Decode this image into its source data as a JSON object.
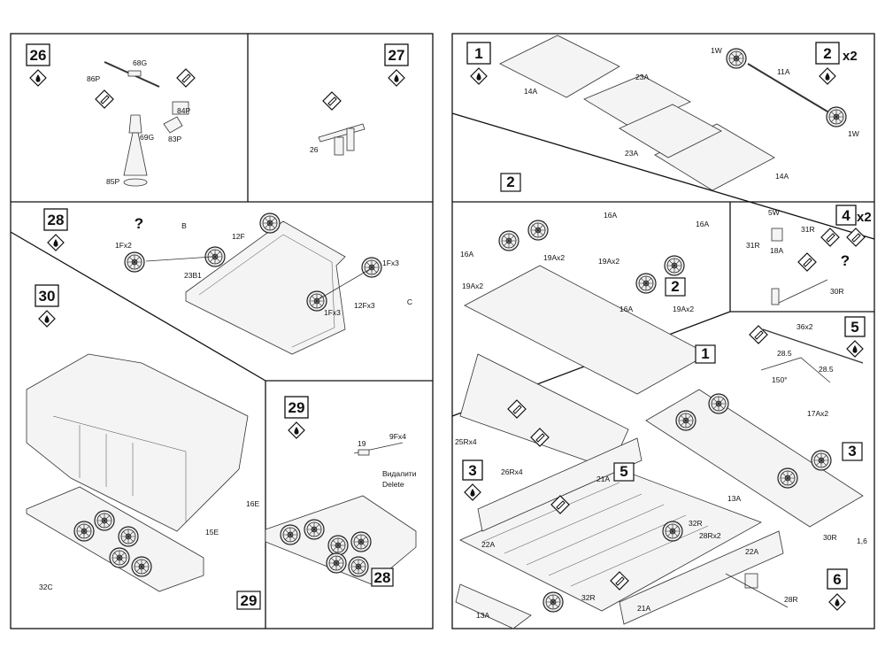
{
  "steps": {
    "s26": "26",
    "s27": "27",
    "s28": "28",
    "s29": "29",
    "s30": "30",
    "s1": "1",
    "s2": "2",
    "s3": "3",
    "s4": "4",
    "s5": "5",
    "s6": "6"
  },
  "multipliers": {
    "x2": "x2"
  },
  "labels": {
    "p68G": "68G",
    "p86P": "86P",
    "p84P": "84P",
    "p83P": "83P",
    "p69G": "69G",
    "p85P": "85P",
    "p26ref": "26",
    "p1Fx2": "1Fx2",
    "p12F": "12F",
    "p23B1": "23B1",
    "p1Fx3": "1Fx3",
    "p1Fx3b": "1Fx3",
    "p12Fx3": "12Fx3",
    "p15E": "15E",
    "p16E": "16E",
    "p32C": "32C",
    "ref29": "29",
    "p19": "19",
    "p9Fx4": "9Fx4",
    "delete_ru": "Видалити",
    "delete_en": "Delete",
    "ref28": "28",
    "p14A": "14A",
    "p23A": "23A",
    "p23Ab": "23A",
    "p14Ab": "14A",
    "p1W": "1W",
    "p11A": "11A",
    "p1Wb": "1W",
    "p16A": "16A",
    "p16Ab": "16A",
    "p16Ac": "16A",
    "p16Ad": "16A",
    "p19Ax2a": "19Ax2",
    "p19Ax2b": "19Ax2",
    "p19Ax2c": "19Ax2",
    "p19Ax2d": "19Ax2",
    "ref2a": "2",
    "ref2b": "2",
    "ref1": "1",
    "p25Rx4": "25Rx4",
    "p26Rx4": "26Rx4",
    "p5W": "5W",
    "p31R": "31R",
    "p31Rb": "31R",
    "p18A": "18A",
    "p30R": "30R",
    "p36x2": "36x2",
    "d285a": "28.5",
    "d285b": "28.5",
    "d150": "150°",
    "p17Ax2": "17Ax2",
    "ref3": "3",
    "p21A": "21A",
    "ref5": "5",
    "p13A": "13A",
    "p22A": "22A",
    "p22Ab": "22A",
    "p32R": "32R",
    "p28Rx2": "28Rx2",
    "p32Rb": "32R",
    "p13Ab": "13A",
    "p21Ab": "21A",
    "p28R": "28R",
    "d16": "1,6",
    "qmark": "?",
    "circleB": "B",
    "circleC": "C"
  }
}
